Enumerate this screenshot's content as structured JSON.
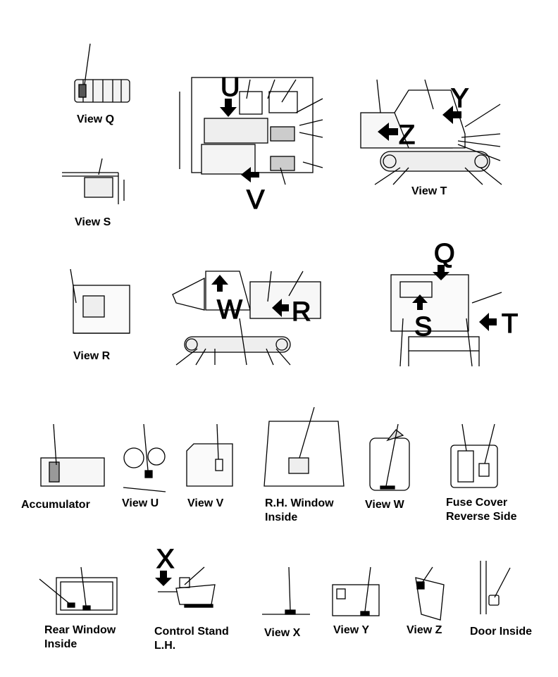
{
  "views": {
    "q": "View Q",
    "s": "View S",
    "t": "View T",
    "r": "View R",
    "accumulator": "Accumulator",
    "u": "View U",
    "v": "View V",
    "rh_window_line1": "R.H. Window",
    "rh_window_line2": "Inside",
    "w": "View W",
    "fuse_line1": "Fuse Cover",
    "fuse_line2": "Reverse Side",
    "rear_line1": "Rear Window",
    "rear_line2": "Inside",
    "control_line1": "Control Stand",
    "control_line2": "L.H.",
    "x": "View X",
    "y": "View Y",
    "z": "View Z",
    "door": "Door Inside"
  },
  "arrow_letters": {
    "u": "U",
    "v": "V",
    "y": "Y",
    "z": "Z",
    "q": "Q",
    "t": "T",
    "s": "S",
    "w": "W",
    "r": "R",
    "x": "X"
  }
}
